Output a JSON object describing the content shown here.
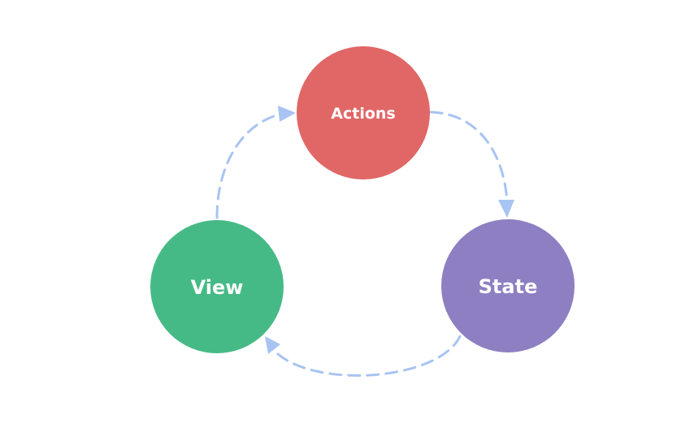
{
  "nodes": {
    "actions": {
      "label": "Actions",
      "color": "#e06766"
    },
    "view": {
      "label": "View",
      "color": "#46ba86"
    },
    "state": {
      "label": "State",
      "color": "#8e7fc2"
    }
  },
  "arrow_color": "#a7c4f2",
  "flow": [
    "View → Actions",
    "Actions → State",
    "State → View"
  ]
}
